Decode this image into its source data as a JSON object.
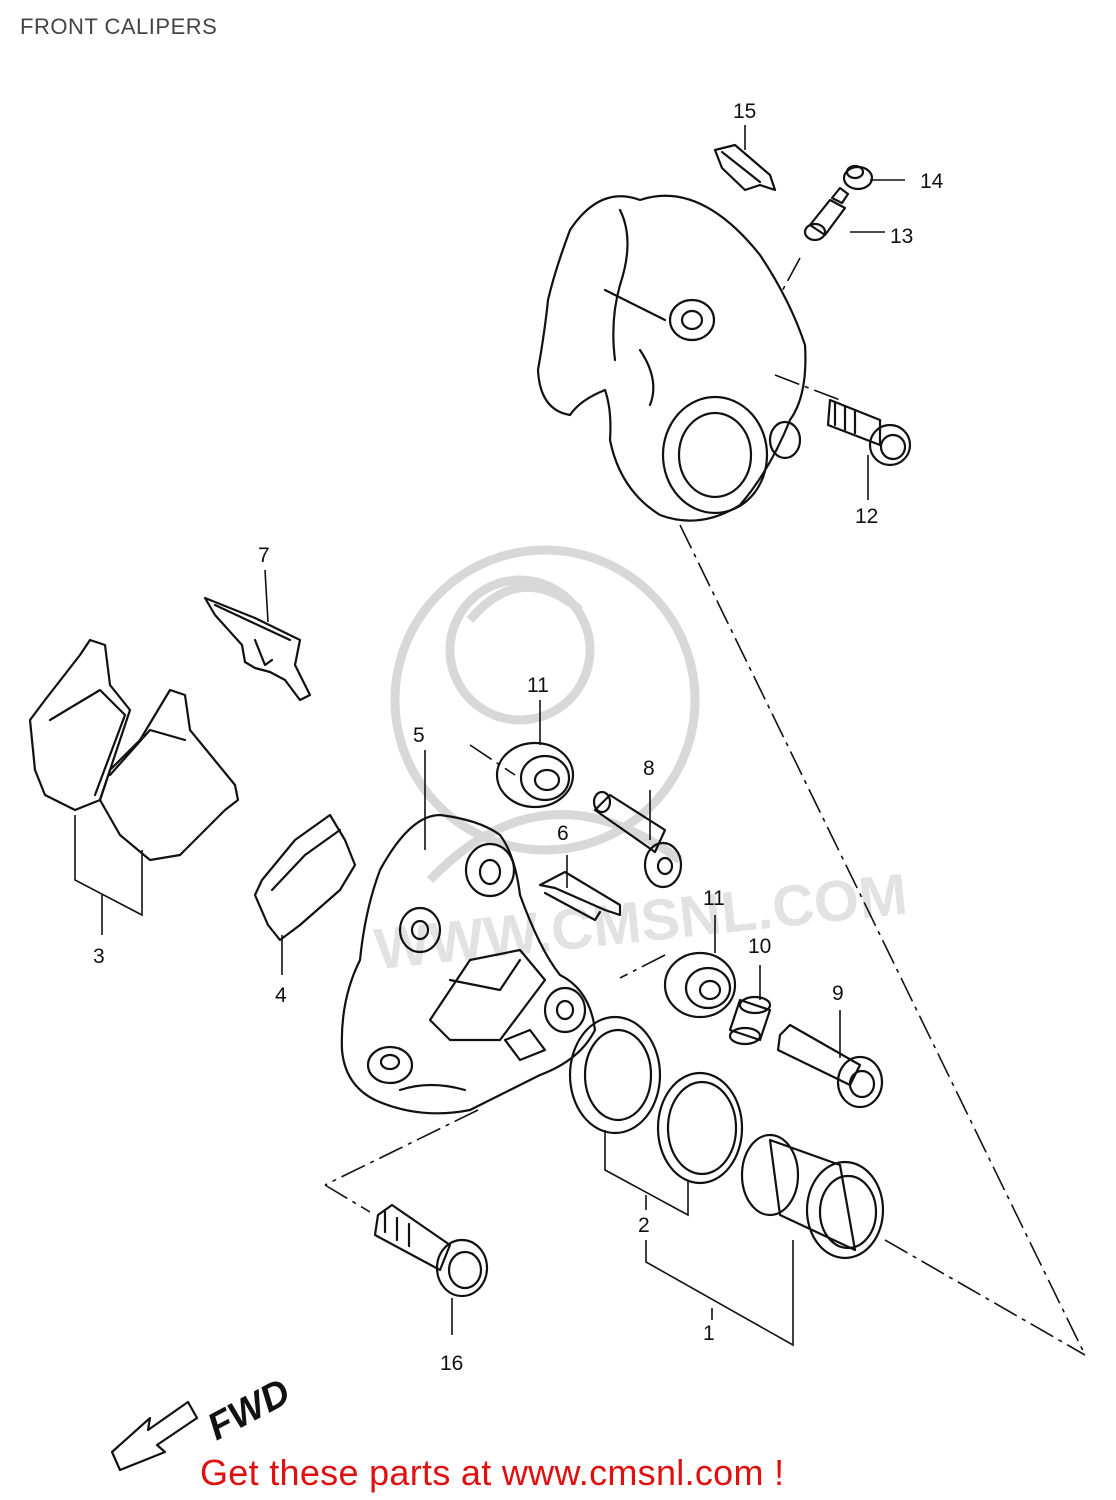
{
  "header": {
    "title": "FRONT CALIPERS"
  },
  "watermark": {
    "text": "WWW.CMSNL.COM"
  },
  "diagram": {
    "direction_label": "FWD",
    "callouts": [
      {
        "id": "callout-1",
        "label": "1"
      },
      {
        "id": "callout-2",
        "label": "2"
      },
      {
        "id": "callout-3",
        "label": "3"
      },
      {
        "id": "callout-4",
        "label": "4"
      },
      {
        "id": "callout-5",
        "label": "5"
      },
      {
        "id": "callout-6",
        "label": "6"
      },
      {
        "id": "callout-7",
        "label": "7"
      },
      {
        "id": "callout-8",
        "label": "8"
      },
      {
        "id": "callout-9",
        "label": "9"
      },
      {
        "id": "callout-10",
        "label": "10"
      },
      {
        "id": "callout-11a",
        "label": "11"
      },
      {
        "id": "callout-11b",
        "label": "11"
      },
      {
        "id": "callout-12",
        "label": "12"
      },
      {
        "id": "callout-13",
        "label": "13"
      },
      {
        "id": "callout-14",
        "label": "14"
      },
      {
        "id": "callout-15",
        "label": "15"
      },
      {
        "id": "callout-16",
        "label": "16"
      }
    ]
  },
  "footer": {
    "promo": "Get these parts at www.cmsnl.com !",
    "promo_color": "#e01010"
  }
}
